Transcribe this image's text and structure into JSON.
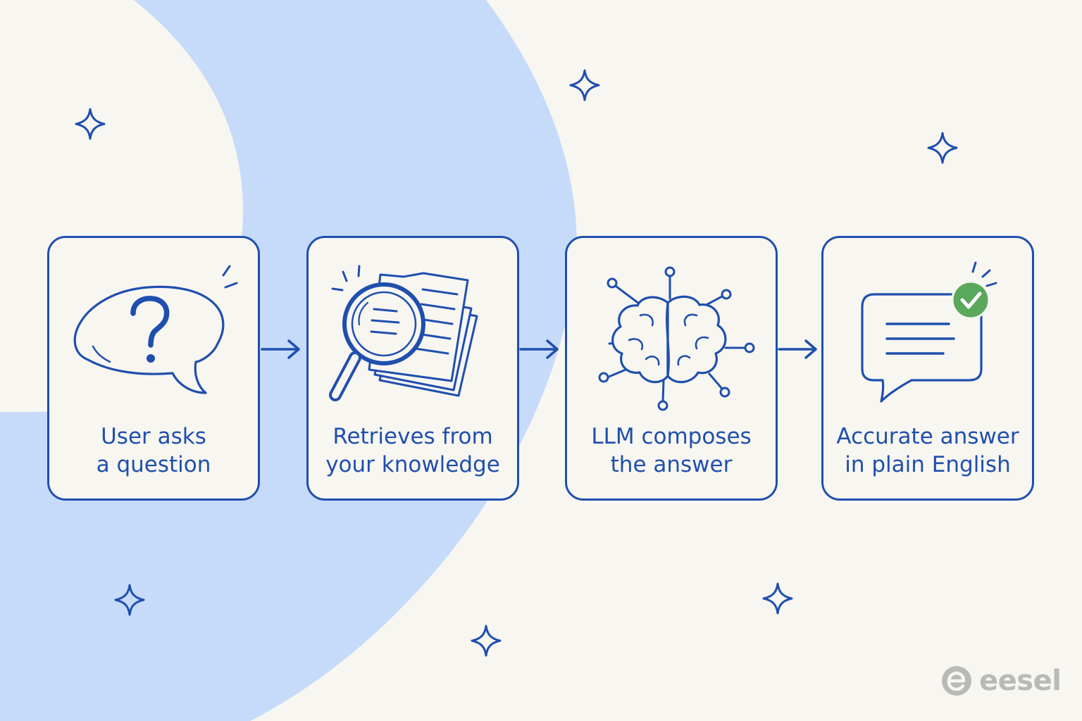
{
  "colors": {
    "background": "#f8f6f1",
    "accent_blue": "#1f4fae",
    "blob_blue": "#c6dbfa",
    "check_green": "#5aa85c",
    "brand_gray": "#b9b9b9"
  },
  "steps": [
    {
      "icon": "question-bubble-icon",
      "lines": [
        "User asks",
        "a question"
      ]
    },
    {
      "icon": "magnifier-documents-icon",
      "lines": [
        "Retrieves from",
        "your knowledge"
      ]
    },
    {
      "icon": "brain-network-icon",
      "lines": [
        "LLM composes",
        "the answer"
      ]
    },
    {
      "icon": "answer-checkmark-icon",
      "lines": [
        "Accurate answer",
        "in plain English"
      ]
    }
  ],
  "arrows": [
    {
      "icon": "arrow-right-icon"
    },
    {
      "icon": "arrow-right-icon"
    },
    {
      "icon": "arrow-right-icon"
    }
  ],
  "decorations": {
    "sparkles": [
      "sparkle-icon",
      "sparkle-icon",
      "sparkle-icon",
      "sparkle-icon",
      "sparkle-icon",
      "sparkle-icon"
    ]
  },
  "brand": {
    "logo_icon": "eesel-logo-icon",
    "name": "eesel"
  }
}
